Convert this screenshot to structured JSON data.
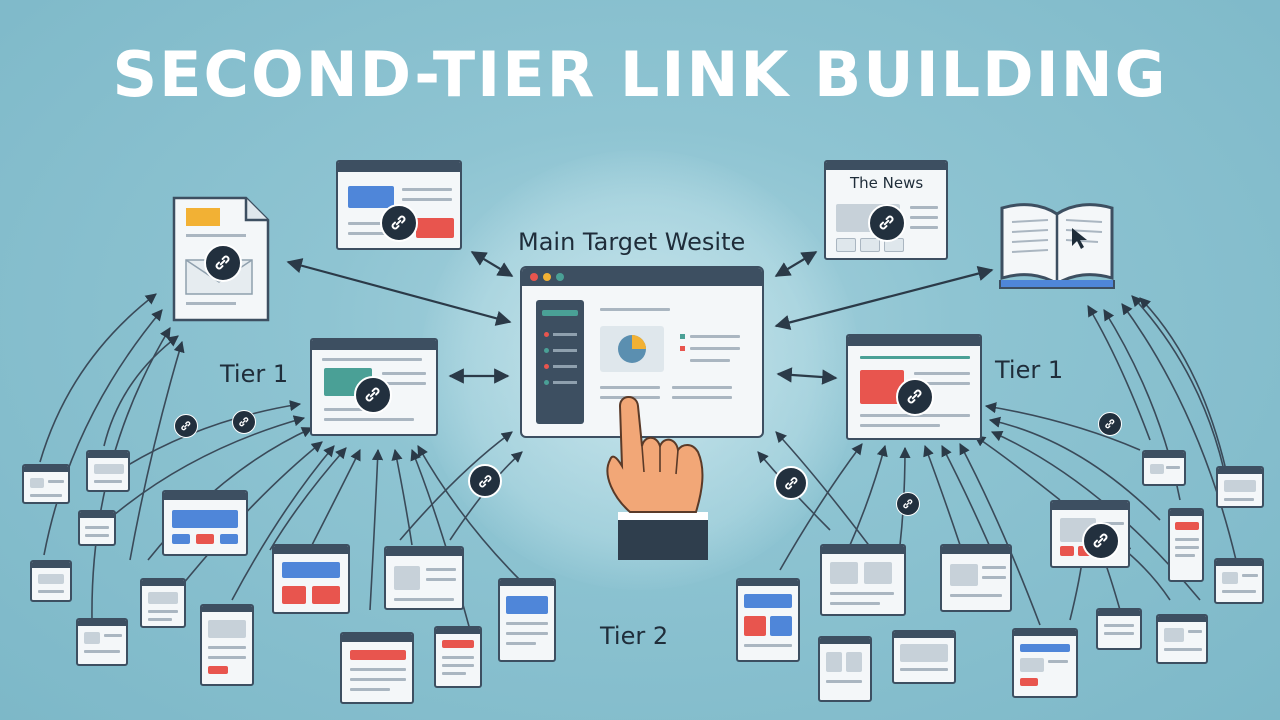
{
  "title": "SECOND-TIER LINK BUILDING",
  "labels": {
    "main_target": "Main Target Wesite",
    "tier1_left": "Tier 1",
    "tier1_right": "Tier 1",
    "tier2": "Tier 2",
    "news_site": "The News"
  },
  "icons": [
    "link-chain-icon",
    "document-icon",
    "open-book-icon",
    "cursor-icon",
    "pointing-hand-icon",
    "pie-chart-icon"
  ],
  "colors": {
    "background": "#8ec4d2",
    "window_frame": "#3d4f61",
    "arrow": "#2b3a48",
    "accent_blue": "#4f86d9",
    "accent_red": "#e8554e",
    "accent_teal": "#4aa096",
    "accent_yellow": "#f2b134",
    "title_text": "#ffffff"
  }
}
